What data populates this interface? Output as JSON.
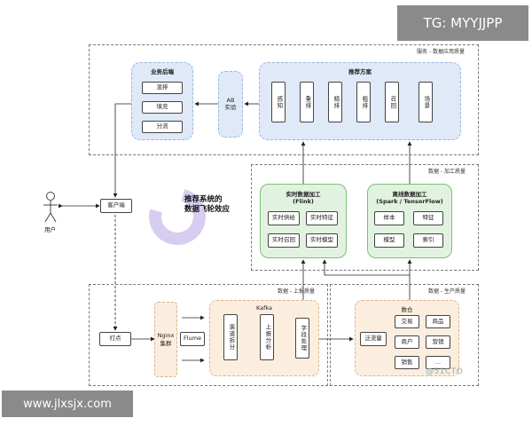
{
  "watermark_top": "TG: MYYJJPP",
  "watermark_bottom": "www.jlxsjx.com",
  "zones": {
    "service": "服务 - 数据应用质量",
    "process": "数据 - 加工质量",
    "report": "数据 - 上报质量",
    "produce": "数据 - 生产质量"
  },
  "business_end": {
    "title": "业务后端",
    "items": [
      "混排",
      "填充",
      "分流"
    ]
  },
  "ab": "AB\n实验",
  "recommend": {
    "title": "推荐方案",
    "items": [
      "感知",
      "重排",
      "精排",
      "粗排",
      "召回",
      "场景"
    ]
  },
  "realtime": {
    "title": "实时数据加工\n(Flink)",
    "items": [
      "实时供给",
      "实时特征",
      "实时召回",
      "实时模型"
    ]
  },
  "offline": {
    "title": "离线数据加工\n(Spark / TensorFlow)",
    "items": [
      "样本",
      "特征",
      "模型",
      "索引"
    ]
  },
  "flywheel": "推荐系统的\n数据飞轮效应",
  "user": "用户",
  "client": "客户端",
  "tracking": "打点",
  "nginx": "Nginx\n集群",
  "flume": "Flume",
  "kafka": {
    "title": "Kafka",
    "items": [
      "渠道拆分",
      "上报分析",
      "字段处理"
    ]
  },
  "datahub": {
    "title": "数仓",
    "items": [
      "交易",
      "商品",
      "商户",
      "营销",
      "销售",
      "..."
    ],
    "stream": "泛流量"
  },
  "logo_text": "@51CTO"
}
